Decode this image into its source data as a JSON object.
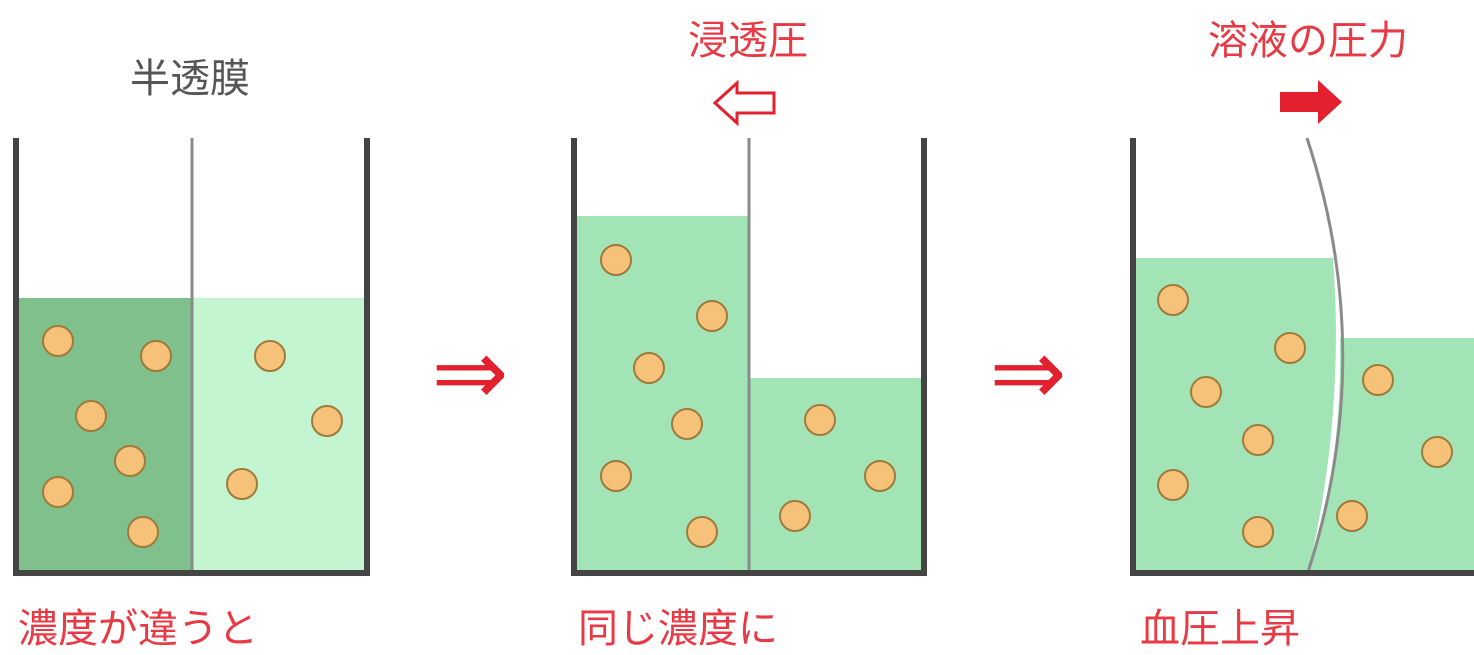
{
  "diagram": {
    "membrane_label": "半透膜",
    "osmotic_pressure_label": "浸透圧",
    "solution_pressure_label": "溶液の圧力",
    "transition_arrow": "⇒",
    "panels": [
      {
        "caption": "濃度が違うと"
      },
      {
        "caption": "同じ濃度に"
      },
      {
        "caption": "血圧上昇"
      }
    ]
  },
  "colors": {
    "dark_green_solution": "#7fc08d",
    "light_green_solution": "#c2f5d0",
    "equal_green_solution": "#a3e4b6",
    "particle_fill": "#f6c27a",
    "particle_stroke": "#a07a3a",
    "container_stroke": "#444444",
    "membrane_stroke": "#8a8a8a",
    "label_red": "#e83a45",
    "label_gray": "#555555",
    "arrow_red": "#e2202e"
  }
}
